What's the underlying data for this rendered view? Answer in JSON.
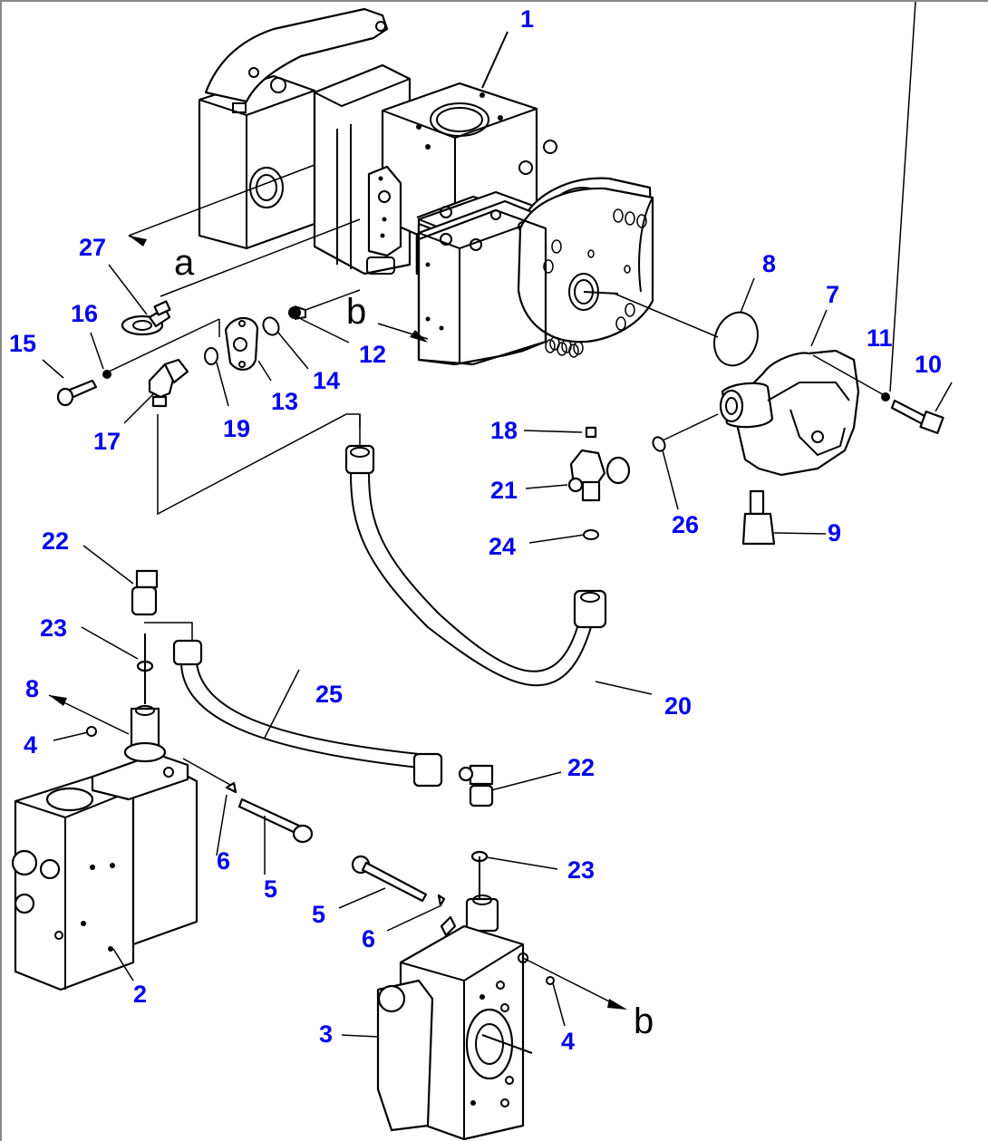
{
  "diagram": {
    "type": "exploded-parts-diagram",
    "subject": "hydraulic pump assembly with control valves and hoses",
    "callouts": [
      {
        "id": "c1",
        "label": "1"
      },
      {
        "id": "c2",
        "label": "2"
      },
      {
        "id": "c3",
        "label": "3"
      },
      {
        "id": "c4a",
        "label": "4"
      },
      {
        "id": "c4b",
        "label": "4"
      },
      {
        "id": "c5a",
        "label": "5"
      },
      {
        "id": "c5b",
        "label": "5"
      },
      {
        "id": "c6a",
        "label": "6"
      },
      {
        "id": "c6b",
        "label": "6"
      },
      {
        "id": "c7",
        "label": "7"
      },
      {
        "id": "c8a",
        "label": "8"
      },
      {
        "id": "c8b",
        "label": "8"
      },
      {
        "id": "c9",
        "label": "9"
      },
      {
        "id": "c10",
        "label": "10"
      },
      {
        "id": "c11",
        "label": "11"
      },
      {
        "id": "c12",
        "label": "12"
      },
      {
        "id": "c13",
        "label": "13"
      },
      {
        "id": "c14",
        "label": "14"
      },
      {
        "id": "c15",
        "label": "15"
      },
      {
        "id": "c16",
        "label": "16"
      },
      {
        "id": "c17",
        "label": "17"
      },
      {
        "id": "c18",
        "label": "18"
      },
      {
        "id": "c19",
        "label": "19"
      },
      {
        "id": "c20",
        "label": "20"
      },
      {
        "id": "c21",
        "label": "21"
      },
      {
        "id": "c22a",
        "label": "22"
      },
      {
        "id": "c22b",
        "label": "22"
      },
      {
        "id": "c23a",
        "label": "23"
      },
      {
        "id": "c23b",
        "label": "23"
      },
      {
        "id": "c24",
        "label": "24"
      },
      {
        "id": "c25",
        "label": "25"
      },
      {
        "id": "c26",
        "label": "26"
      },
      {
        "id": "c27",
        "label": "27"
      }
    ],
    "reference_marks": [
      {
        "id": "ra",
        "label": "a"
      },
      {
        "id": "rb1",
        "label": "b"
      },
      {
        "id": "rb2",
        "label": "b"
      }
    ],
    "colors": {
      "callout": "#0000ee",
      "line": "#000000",
      "background": "#ffffff"
    }
  }
}
